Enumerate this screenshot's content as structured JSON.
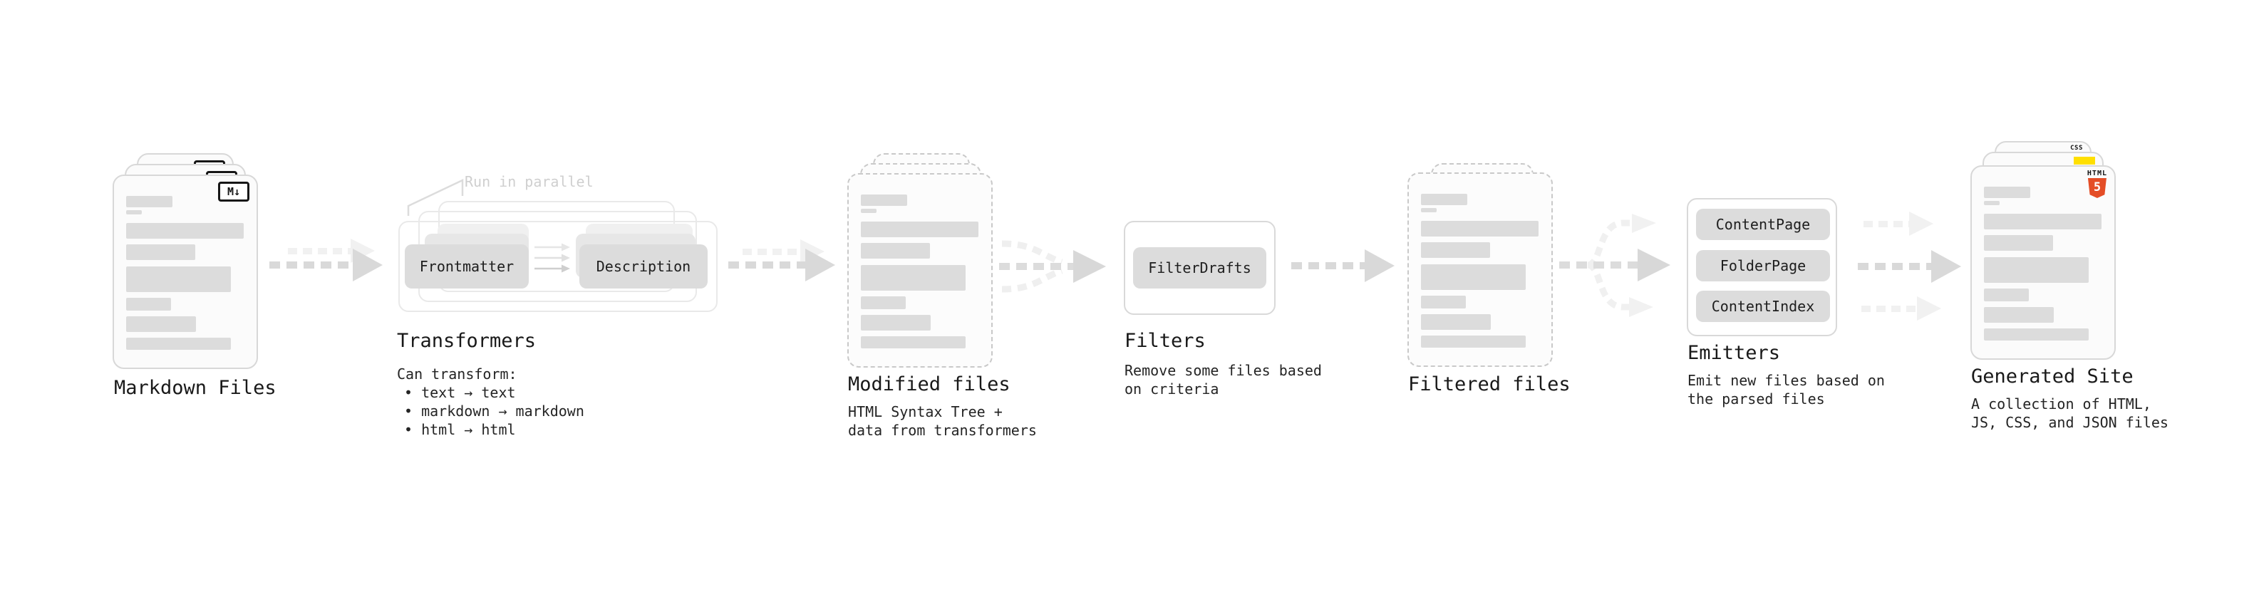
{
  "diagram": {
    "markdown": {
      "title": "Markdown Files",
      "badge": "M↓"
    },
    "transformers": {
      "callout": "Run in parallel",
      "input_pill": "Frontmatter",
      "output_pill": "Description",
      "title": "Transformers",
      "heading": "Can transform:",
      "bullets": [
        "• text → text",
        "• markdown → markdown",
        "• html → html"
      ]
    },
    "modified": {
      "title": "Modified files",
      "subtitle": [
        "HTML Syntax Tree +",
        "data from transformers"
      ]
    },
    "filters": {
      "pill": "FilterDrafts",
      "title": "Filters",
      "subtitle": [
        "Remove some files based",
        "on criteria"
      ]
    },
    "filtered": {
      "title": "Filtered files"
    },
    "emitters": {
      "pills": [
        "ContentPage",
        "FolderPage",
        "ContentIndex"
      ],
      "title": "Emitters",
      "subtitle": [
        "Emit new files based on",
        "the parsed files"
      ]
    },
    "generated": {
      "title": "Generated Site",
      "subtitle": [
        "A collection of HTML,",
        "JS, CSS, and JSON files"
      ],
      "css_badge": "CSS",
      "html_badge_label": "HTML",
      "html_badge_number": "5"
    }
  },
  "colors": {
    "html5_orange": "#e44d26",
    "js_yellow": "#ffdf00",
    "css_blue": "#2563eb",
    "arrow_gray": "#d9d9d9"
  }
}
